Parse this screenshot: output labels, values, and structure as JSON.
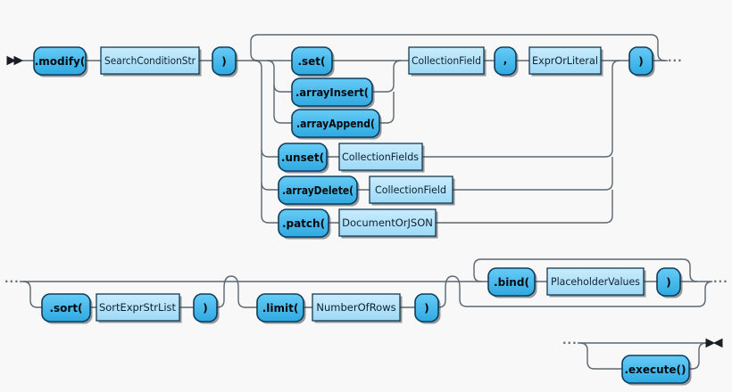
{
  "diagram": {
    "kind": "railroad-syntax-diagram",
    "ellipsis": "···",
    "colors": {
      "background": "#f8f8f8",
      "terminal_fill": "#3db7ee",
      "terminal_fill_light": "#67cbf6",
      "nonterminal_fill": "#a9def8",
      "nonterminal_fill_light": "#c9ecfd",
      "box_border": "#0e3d5c",
      "line": "#5b6670"
    },
    "nodes": {
      "modify": {
        "label": ".modify(",
        "type": "terminal"
      },
      "search_condition_str": {
        "label": "SearchConditionStr",
        "type": "nonterminal"
      },
      "close_paren_1": {
        "label": ")",
        "type": "terminal"
      },
      "set": {
        "label": ".set(",
        "type": "terminal"
      },
      "array_insert": {
        "label": ".arrayInsert(",
        "type": "terminal"
      },
      "array_append": {
        "label": ".arrayAppend(",
        "type": "terminal"
      },
      "collection_field_1": {
        "label": "CollectionField",
        "type": "nonterminal"
      },
      "comma": {
        "label": ",",
        "type": "terminal"
      },
      "expr_or_literal": {
        "label": "ExprOrLiteral",
        "type": "nonterminal"
      },
      "close_paren_2": {
        "label": ")",
        "type": "terminal"
      },
      "unset": {
        "label": ".unset(",
        "type": "terminal"
      },
      "collection_fields": {
        "label": "CollectionFields",
        "type": "nonterminal"
      },
      "array_delete": {
        "label": ".arrayDelete(",
        "type": "terminal"
      },
      "collection_field_2": {
        "label": "CollectionField",
        "type": "nonterminal"
      },
      "patch": {
        "label": ".patch(",
        "type": "terminal"
      },
      "document_or_json": {
        "label": "DocumentOrJSON",
        "type": "nonterminal"
      },
      "sort": {
        "label": ".sort(",
        "type": "terminal"
      },
      "sort_expr_str_list": {
        "label": "SortExprStrList",
        "type": "nonterminal"
      },
      "close_paren_3": {
        "label": ")",
        "type": "terminal"
      },
      "limit": {
        "label": ".limit(",
        "type": "terminal"
      },
      "number_of_rows": {
        "label": "NumberOfRows",
        "type": "nonterminal"
      },
      "close_paren_4": {
        "label": ")",
        "type": "terminal"
      },
      "bind": {
        "label": ".bind(",
        "type": "terminal"
      },
      "placeholder_values": {
        "label": "PlaceholderValues",
        "type": "nonterminal"
      },
      "close_paren_5": {
        "label": ")",
        "type": "terminal"
      },
      "execute": {
        "label": ".execute()",
        "type": "terminal"
      }
    }
  }
}
